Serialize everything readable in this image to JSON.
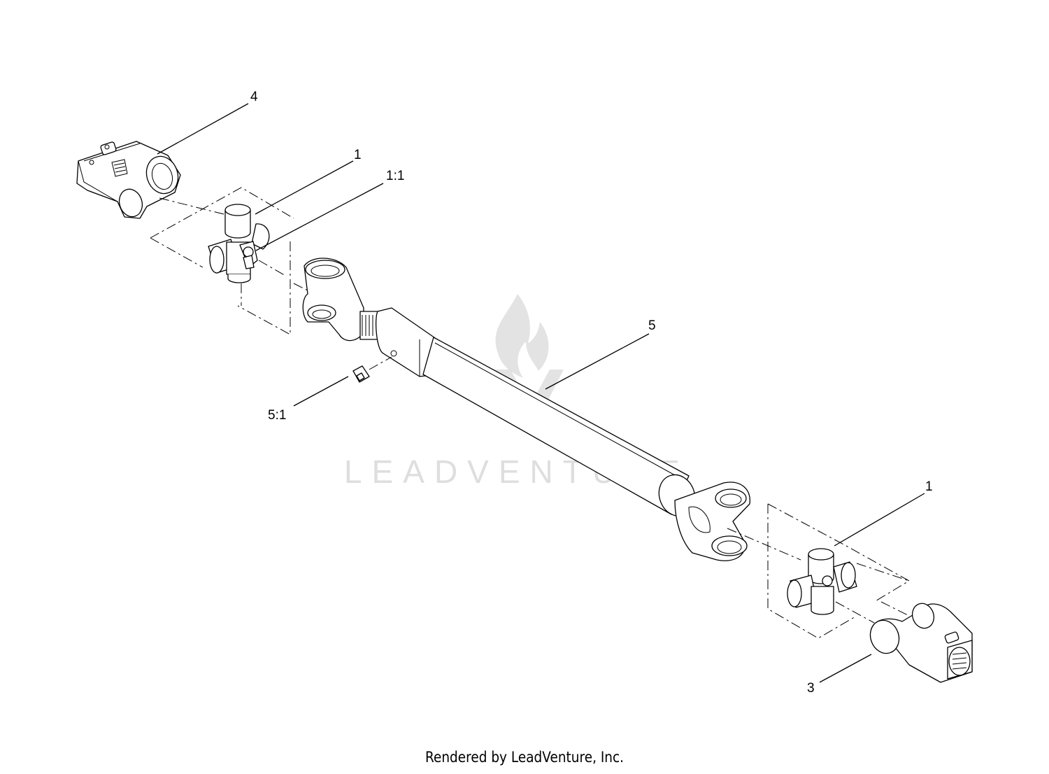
{
  "diagram": {
    "callouts": [
      {
        "id": "callout-4",
        "label": "4",
        "part": "end-yoke"
      },
      {
        "id": "callout-1-top",
        "label": "1",
        "part": "cross-and-bearing-kit"
      },
      {
        "id": "callout-1-1",
        "label": "1:1",
        "part": "grease-fitting"
      },
      {
        "id": "callout-5",
        "label": "5",
        "part": "drive-shaft"
      },
      {
        "id": "callout-5-1",
        "label": "5:1",
        "part": "grease-fitting"
      },
      {
        "id": "callout-1-bottom",
        "label": "1",
        "part": "cross-and-bearing-kit"
      },
      {
        "id": "callout-3",
        "label": "3",
        "part": "end-yoke"
      }
    ],
    "watermark": {
      "text": "LEADVENTURE",
      "color": "#d9d9d9"
    }
  },
  "footer": {
    "text": "Rendered by LeadVenture, Inc."
  }
}
